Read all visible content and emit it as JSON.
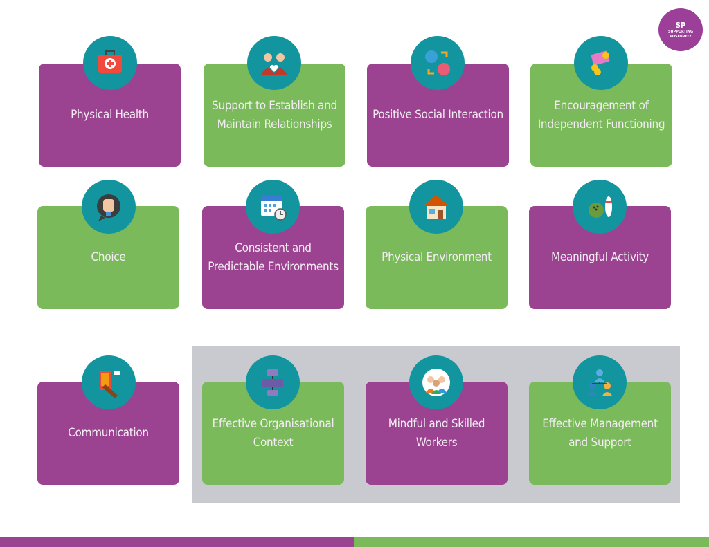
{
  "logo": {
    "initials": "SP",
    "line1": "SUPPORTING",
    "line2": "POSITIVELY"
  },
  "colors": {
    "purple": "#9b4290",
    "green": "#7aba5a",
    "teal": "#13959f",
    "panel": "#c9cacf"
  },
  "cards": [
    {
      "label": "Physical Health",
      "icon": "first-aid-kit-icon"
    },
    {
      "label": "Support to Establish and Maintain Relationships",
      "icon": "couple-heart-icon"
    },
    {
      "label": "Positive Social Interaction",
      "icon": "people-exchange-icon"
    },
    {
      "label": "Encouragement of Independent Functioning",
      "icon": "card-coins-icon"
    },
    {
      "label": "Choice",
      "icon": "raised-fist-speech-icon"
    },
    {
      "label": "Consistent and Predictable Environments",
      "icon": "calendar-clock-icon"
    },
    {
      "label": "Physical Environment",
      "icon": "house-icon"
    },
    {
      "label": "Meaningful Activity",
      "icon": "bowling-icon"
    },
    {
      "label": "Communication",
      "icon": "phone-chat-icon"
    },
    {
      "label": "Effective Organisational Context",
      "icon": "organisation-chart-icon"
    },
    {
      "label": "Mindful and Skilled Workers",
      "icon": "workers-group-icon"
    },
    {
      "label": "Effective Management and Support",
      "icon": "team-hierarchy-icon"
    }
  ]
}
